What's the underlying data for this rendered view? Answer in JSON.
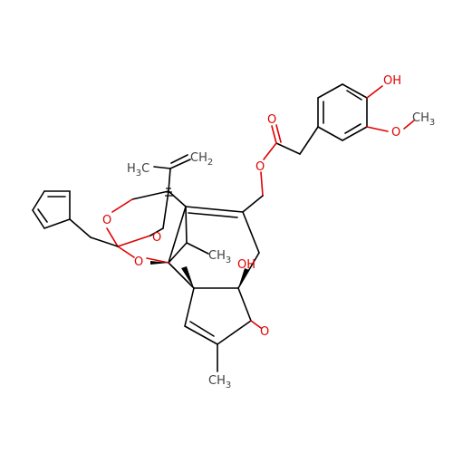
{
  "molecule": {
    "labels": {
      "oh_top": "OH",
      "och3": "O",
      "ch3_methoxy": "CH",
      "ch3_methoxy_sub": "3",
      "ester_carbonyl_o": "O",
      "ester_o": "O",
      "isopropenyl_h3c": "H",
      "isopropenyl_h3c_sub": "3",
      "isopropenyl_h3c_c": "C",
      "isopropenyl_ch2": "CH",
      "isopropenyl_ch2_sub": "2",
      "orthoester_o1": "O",
      "orthoester_o2": "O",
      "orthoester_o3": "O",
      "ch3_ring": "CH",
      "ch3_ring_sub": "3",
      "oh_ring": "OH",
      "ketone_o": "O",
      "ch3_bottom": "CH",
      "ch3_bottom_sub": "3"
    },
    "colors": {
      "oxygen": "#e00000",
      "carbon_label": "#404040",
      "bond": "#000000"
    }
  }
}
